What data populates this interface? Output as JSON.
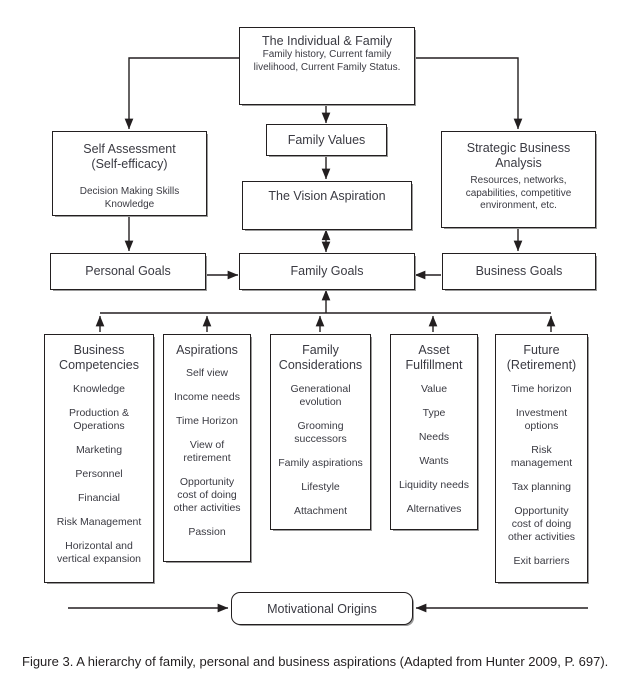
{
  "figure": {
    "caption": "Figure 3. A hierarchy of family, personal and business aspirations (Adapted from Hunter 2009, P. 697)."
  },
  "colors": {
    "stroke": "#231f20",
    "text": "#3a3a42",
    "background": "#ffffff",
    "shadow": "#9a9a9a"
  },
  "diagram": {
    "top": {
      "title": "The Individual & Family",
      "subtitle_line1": "Family history, Current family",
      "subtitle_line2": "livelihood, Current Family Status."
    },
    "self_assessment": {
      "title_line1": "Self Assessment",
      "title_line2": "(Self-efficacy)",
      "sub_line1": "Decision Making Skills",
      "sub_line2": "Knowledge"
    },
    "family_values": {
      "title": "Family Values"
    },
    "vision": {
      "title": "The Vision Aspiration"
    },
    "strategic": {
      "title_line1": "Strategic Business",
      "title_line2": "Analysis",
      "sub_line1": "Resources, networks,",
      "sub_line2": "capabilities, competitive",
      "sub_line3": "environment, etc."
    },
    "goals": {
      "personal": "Personal Goals",
      "family": "Family Goals",
      "business": "Business Goals"
    },
    "columns": [
      {
        "id": "business-competencies",
        "header_line1": "Business",
        "header_line2": "Competencies",
        "items": [
          "Knowledge",
          "Production &\nOperations",
          "Marketing",
          "Personnel",
          "Financial",
          "Risk Management",
          "Horizontal and\nvertical expansion"
        ]
      },
      {
        "id": "aspirations",
        "header_line1": "Aspirations",
        "header_line2": "",
        "items": [
          "Self view",
          "Income needs",
          "Time Horizon",
          "View of\nretirement",
          "Opportunity\ncost of doing\nother activities",
          "Passion"
        ]
      },
      {
        "id": "family-considerations",
        "header_line1": "Family",
        "header_line2": "Considerations",
        "items": [
          "Generational\nevolution",
          "Grooming\nsuccessors",
          "Family aspirations",
          "Lifestyle",
          "Attachment"
        ]
      },
      {
        "id": "asset-fulfillment",
        "header_line1": "Asset",
        "header_line2": "Fulfillment",
        "items": [
          "Value",
          "Type",
          "Needs",
          "Wants",
          "Liquidity needs",
          "Alternatives"
        ]
      },
      {
        "id": "future-retirement",
        "header_line1": "Future",
        "header_line2": "(Retirement)",
        "items": [
          "Time horizon",
          "Investment\noptions",
          "Risk\nmanagement",
          "Tax planning",
          "Opportunity\ncost of doing\nother activities",
          "Exit barriers"
        ]
      }
    ],
    "bottom": {
      "motivational_origins": "Motivational Origins"
    }
  }
}
